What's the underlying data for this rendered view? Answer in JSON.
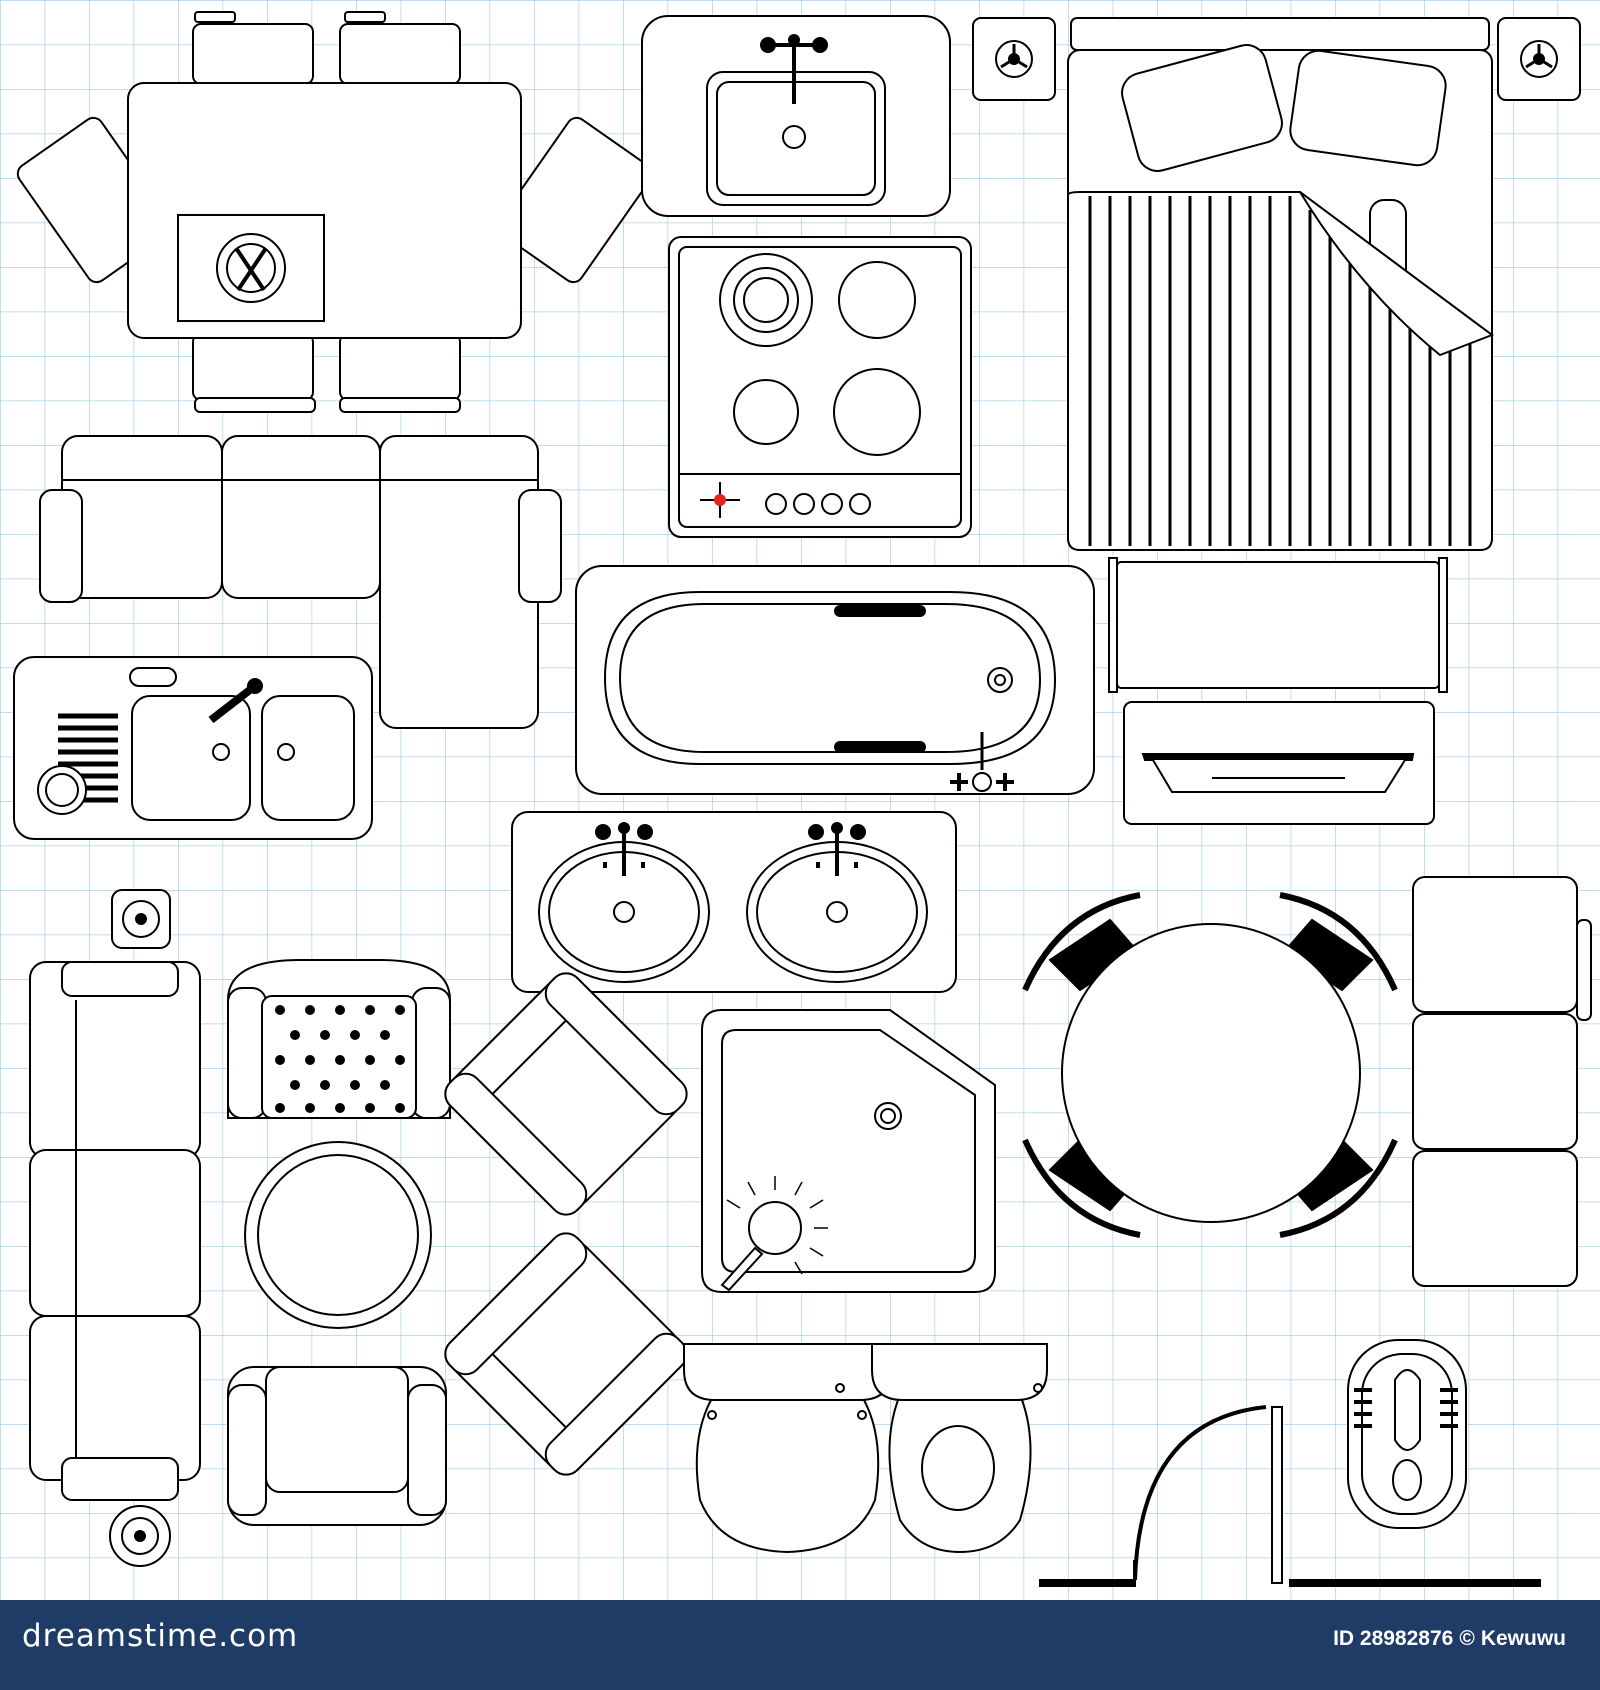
{
  "colors": {
    "grid": "#a9d3ea",
    "line": "#000000",
    "fill": "#ffffff",
    "footer": "#1f3c66",
    "knob_red": "#e2231a"
  },
  "footer": {
    "brand": "dreamstime.com",
    "id_label": "ID 28982876",
    "copyright": "©",
    "author": "Kewuwu"
  },
  "icons": [
    "dining-table-icon",
    "kitchen-sink-icon",
    "floor-lamp-icon",
    "double-bed-icon",
    "cooktop-icon",
    "three-seat-sofa-icon",
    "chaise-lounge-icon",
    "bathtub-icon",
    "bench-icon",
    "tv-cabinet-icon",
    "double-sink-icon",
    "double-vanity-icon",
    "round-dining-table-icon",
    "lounge-sofa-icon",
    "tufted-armchair-icon",
    "armchair-icon",
    "round-side-table-icon",
    "corner-shower-icon",
    "toilet-icon",
    "bidet-icon",
    "door-swing-icon",
    "squat-toilet-icon",
    "seat-cushions-icon",
    "plant-icon"
  ]
}
